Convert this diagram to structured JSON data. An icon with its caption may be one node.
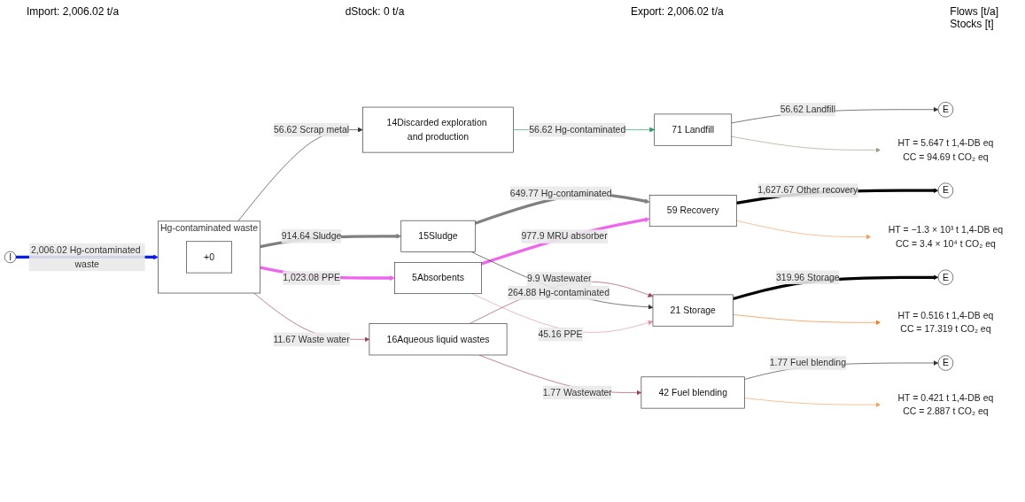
{
  "diagram": {
    "nodes": [
      {
        "text": [
          "I"
        ]
      },
      {
        "text": [
          "Hg-contaminated waste"
        ]
      },
      {
        "text": [
          "+0"
        ],
        "in": 1
      },
      {
        "text": [
          "5Absorbents"
        ]
      },
      {
        "text": [
          "14Discarded exploration and production"
        ]
      },
      {
        "text": [
          "15Sludge"
        ]
      },
      {
        "text": [
          "16Aqueous liquid wastes"
        ]
      },
      {
        "text": [
          "21 Storage"
        ]
      },
      {
        "text": [
          "42 Fuel blending"
        ]
      },
      {
        "text": [
          "59 Recovery"
        ]
      },
      {
        "text": [
          "71 Landfill"
        ]
      },
      {
        "text": [
          "E"
        ]
      },
      {
        "text": [
          "E"
        ]
      },
      {
        "text": [
          "E"
        ]
      },
      {
        "text": [
          "E"
        ]
      },
      {
        "text": [
          "HT = 0.516 t 1,4-DB eq",
          "CC = 17.319 t CO₂ eq"
        ]
      },
      {
        "text": [
          "HT = 0.421 t 1,4-DB eq",
          "CC = 2.887 t CO₂ eq"
        ]
      },
      {
        "text": [
          "HT = −1.3 × 10³ t 1,4-DB eq",
          "CC = 3.4 × 10⁴ t CO₂ eq"
        ]
      },
      {
        "text": [
          "HT = 5.647 t 1,4-DB eq",
          "CC = 94.69 t CO₂ eq"
        ]
      }
    ],
    "edges": [
      {
        "from": 0,
        "to": 1,
        "arrow": "to",
        "label": "2,006.02 Hg-contaminated waste",
        "style": "thick",
        "color": "#0a1ee6"
      },
      {
        "from": 1,
        "to": 3,
        "arrow": "to",
        "label": "1,023.08 PPE",
        "style": "thick",
        "color": "#ee66ee"
      },
      {
        "from": 1,
        "to": 4,
        "arrow": "to",
        "label": "56.62 Scrap metal"
      },
      {
        "from": 1,
        "to": 5,
        "arrow": "to",
        "label": "914.64 Sludge",
        "style": "thick",
        "color": "#808080"
      },
      {
        "from": 1,
        "to": 6,
        "arrow": "to",
        "label": "11.67 Waste water",
        "color": "#a04060"
      },
      {
        "from": 3,
        "to": 7,
        "arrow": "to",
        "label": "45.16 PPE",
        "color": "#e090b0"
      },
      {
        "from": 3,
        "to": 9,
        "arrow": "to",
        "label": "977.9 MRU absorber",
        "style": "thick",
        "color": "#ee66ee"
      },
      {
        "from": 4,
        "to": 10,
        "arrow": "to",
        "label": "56.62 Hg-contaminated",
        "color": "#20a060"
      },
      {
        "from": 5,
        "to": 7,
        "arrow": "to",
        "label": "264.88 Hg-contaminated"
      },
      {
        "from": 5,
        "to": 9,
        "arrow": "to",
        "label": "649.77 Hg-contaminated",
        "style": "thick",
        "color": "#808080"
      },
      {
        "from": 6,
        "to": 7,
        "arrow": "to",
        "label": "9.9 Wastewater",
        "color": "#a04060"
      },
      {
        "from": 6,
        "to": 8,
        "arrow": "to",
        "label": "1.77 Wastewater",
        "color": "#a04060"
      },
      {
        "from": 7,
        "to": 11,
        "arrow": "to",
        "label": "319.96 Storage",
        "style": "thick",
        "color": "#000000"
      },
      {
        "from": 8,
        "to": 12,
        "arrow": "to",
        "label": "1.77 Fuel blending"
      },
      {
        "from": 9,
        "to": 13,
        "arrow": "to",
        "label": "1,627.67 Other recovery",
        "style": "thick",
        "color": "#000000"
      },
      {
        "from": 10,
        "to": 14,
        "arrow": "to",
        "label": "56.62 Landfill"
      },
      {
        "from": 7,
        "to": 15,
        "arrow": "to",
        "color": "#f08020"
      },
      {
        "from": 8,
        "to": 16,
        "arrow": "to",
        "color": "#f0a060"
      },
      {
        "from": 9,
        "to": 17,
        "arrow": "to",
        "color": "#f0a060"
      },
      {
        "from": 10,
        "to": 18,
        "arrow": "to",
        "color": "#a0a080"
      }
    ],
    "labels": [
      "Import: 2,006.02 t/a",
      "dStock: 0 t/a",
      "Export: 2,006.02 t/a",
      "Flows [t/a]",
      "Stocks [t]"
    ]
  }
}
